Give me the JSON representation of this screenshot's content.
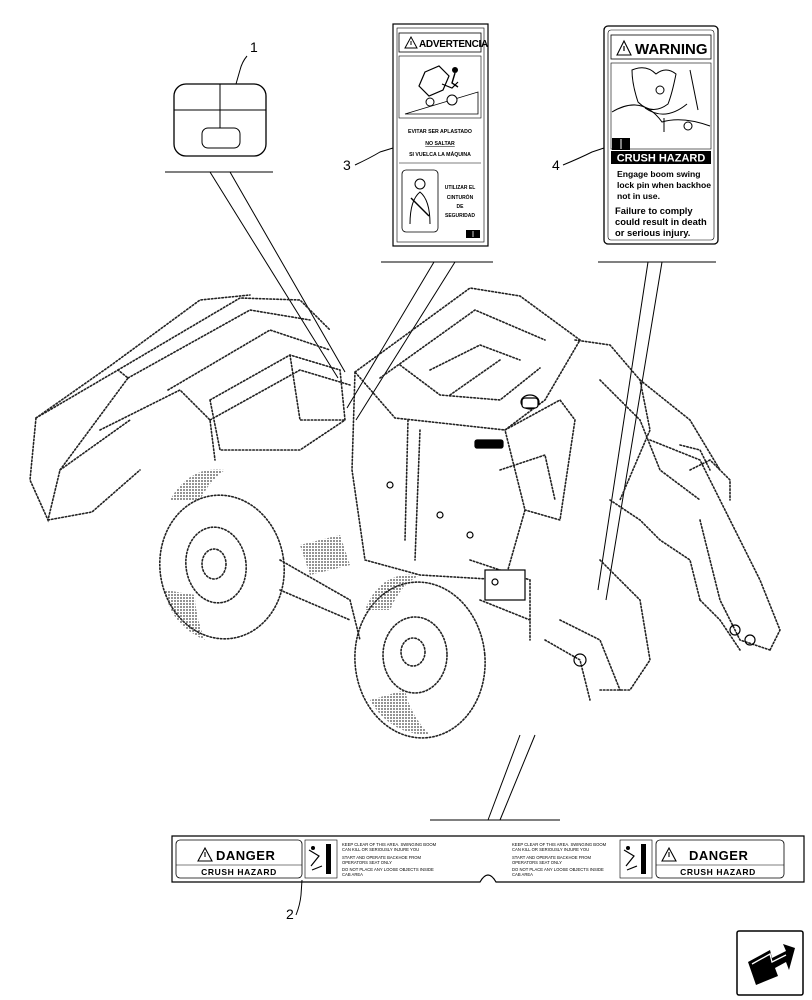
{
  "callouts": {
    "c1": "1",
    "c2": "2",
    "c3": "3",
    "c4": "4"
  },
  "decal_spanish": {
    "header": "ADVERTENCIA",
    "line1": "EVITAR SER APLASTADO",
    "line2": "NO SALTAR",
    "line3": "SI VUELCA LA MÁQUINA",
    "belt1": "UTILIZAR EL",
    "belt2": "CINTURÓN",
    "belt3": "DE",
    "belt4": "SEGURIDAD"
  },
  "decal_warning": {
    "header": "WARNING",
    "subheader": "CRUSH HAZARD",
    "line1": "Engage boom swing",
    "line2": "lock pin when backhoe",
    "line3": "not in use.",
    "line4": "Failure to comply",
    "line5": "could result in death",
    "line6": "or serious injury."
  },
  "decal_danger": {
    "header": "DANGER",
    "subheader": "CRUSH HAZARD",
    "t1": "KEEP CLEAR OF THIS AREA. SWINGING BOOM",
    "t2": "CAN KILL OR SERIOUSLY INJURE YOU",
    "t3": "START AND OPERATE BACKHOE FROM",
    "t4": "OPERATORS SEAT ONLY",
    "t5": "DO NOT PLACE ANY LOOSE OBJECTS INSIDE",
    "t6": "CAB AREA"
  }
}
